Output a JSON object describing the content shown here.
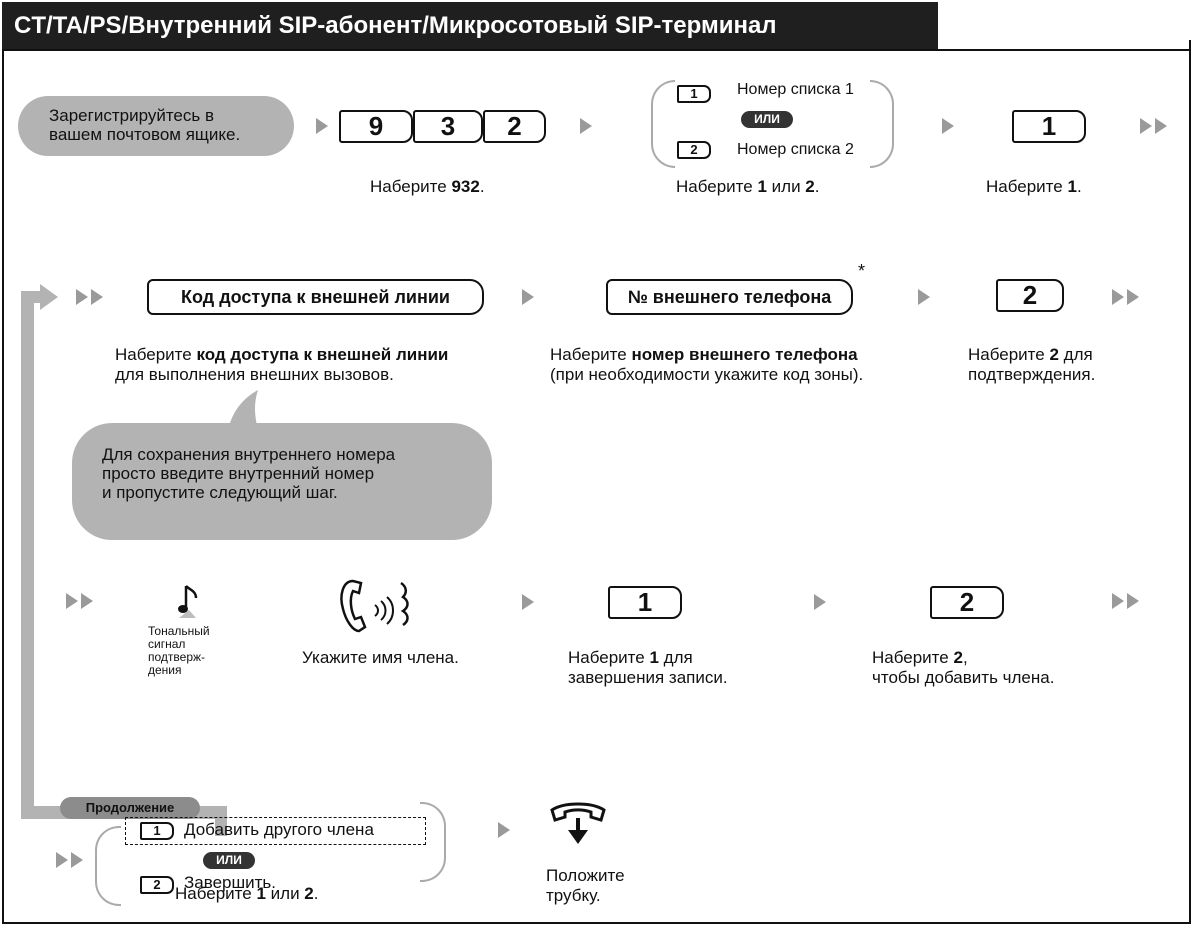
{
  "title": "CT/TA/PS/Внутренний SIP-абонент/Микросотовый SIP-терминал",
  "row1": {
    "login_bubble": [
      "Зарегистрируйтесь в",
      "вашем почтовом ящике."
    ],
    "keys_932": [
      "9",
      "3",
      "2"
    ],
    "dial_932": {
      "pre": "Наберите ",
      "bold": "932",
      "post": "."
    },
    "list1_key": "1",
    "list1_label": "Номер списка 1",
    "or_label": "ИЛИ",
    "list2_key": "2",
    "list2_label": "Номер списка 2",
    "dial_1or2": {
      "pre": "Наберите ",
      "b1": "1",
      "mid": " или ",
      "b2": "2",
      "post": "."
    },
    "key_1": "1",
    "dial_1": {
      "pre": "Наберите ",
      "bold": "1",
      "post": "."
    }
  },
  "row2": {
    "line_access_box": "Код доступа к внешней линии",
    "ext_phone_box": "№ внешнего телефона",
    "asterisk": "*",
    "key_2": "2",
    "dial_access": {
      "pre": "Наберите ",
      "bold": "код доступа к внешней линии",
      "line2": "для выполнения внешних вызовов."
    },
    "dial_phone": {
      "pre": "Наберите ",
      "bold": "номер внешнего телефона",
      "line2": "(при необходимости укажите код зоны)."
    },
    "dial_2confirm": {
      "pre": "Наберите ",
      "bold": "2",
      "post": " для",
      "line2": "подтверждения."
    },
    "note_bubble": [
      "Для сохранения внутреннего номера",
      "просто введите внутренний номер",
      "и пропустите следующий шаг."
    ]
  },
  "row3": {
    "tone_label": [
      "Тональный",
      "сигнал",
      "подтверж-",
      "дения"
    ],
    "say_name": "Укажите имя члена.",
    "key_1": "1",
    "dial_1finish": {
      "pre": "Наберите ",
      "bold": "1",
      "post": " для",
      "line2": "завершения записи."
    },
    "key_2": "2",
    "dial_2add": {
      "pre": "Наберите ",
      "bold": "2",
      "post": ",",
      "line2": "чтобы добавить члена."
    }
  },
  "row4": {
    "continue_label": "Продолжение",
    "opt1_key": "1",
    "opt1_label": "Добавить другого члена",
    "or_label": "ИЛИ",
    "opt2_key": "2",
    "opt2_label": "Завершить.",
    "dial_1or2": {
      "pre": "Наберите ",
      "b1": "1",
      "mid": " или ",
      "b2": "2",
      "post": "."
    },
    "hangup": [
      "Положите",
      "трубку."
    ]
  }
}
